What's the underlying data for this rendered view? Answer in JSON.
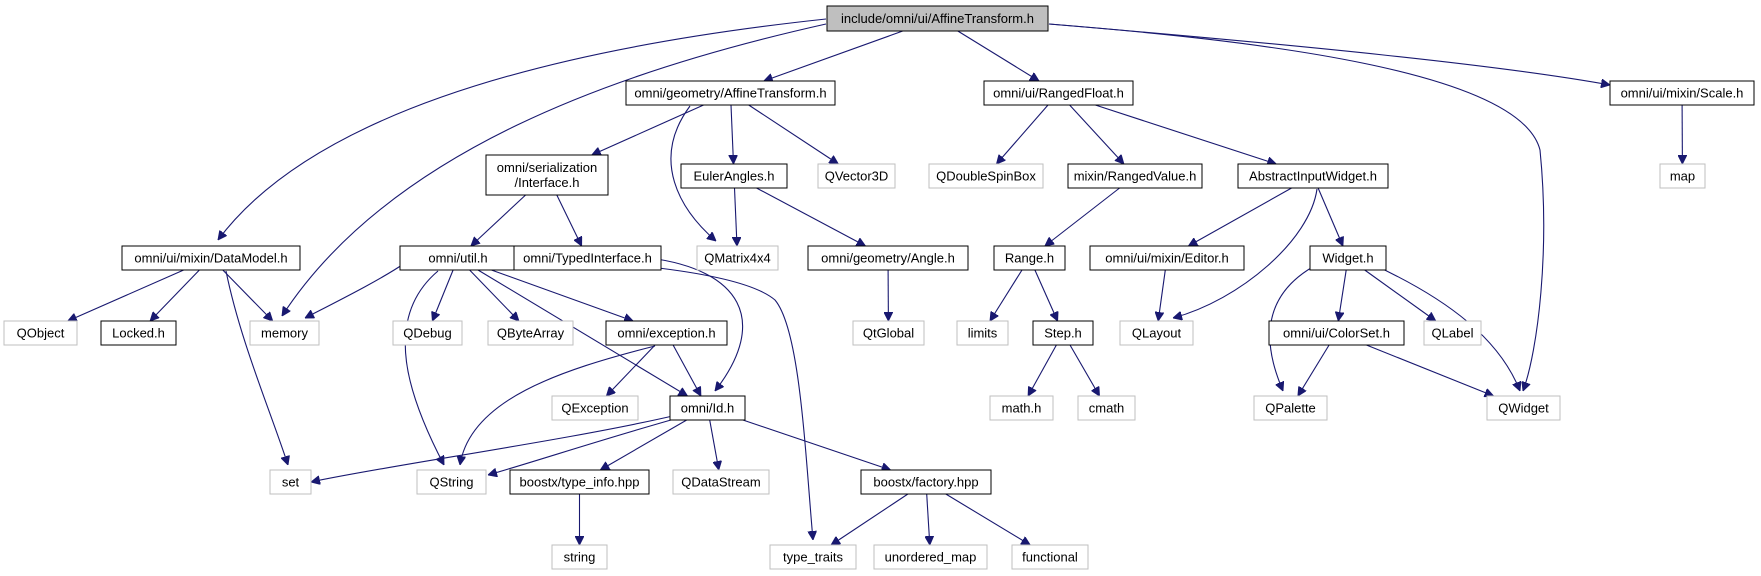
{
  "diagram": {
    "title": "include/omni/ui/AffineTransform.h",
    "colors": {
      "edge": "#191970",
      "root_fill": "#bfbfbf",
      "root_stroke": "#000000",
      "documented_stroke": "#000000",
      "external_stroke": "#bfbfbf",
      "external_text": "#000000"
    },
    "nodes": [
      {
        "id": "root",
        "label": "include/omni/ui/AffineTransform.h",
        "kind": "root"
      },
      {
        "id": "datamodel",
        "label": "omni/ui/mixin/DataModel.h",
        "kind": "documented"
      },
      {
        "id": "geomaffine",
        "label": "omni/geometry/AffineTransform.h",
        "kind": "documented"
      },
      {
        "id": "rangedfloat",
        "label": "omni/ui/RangedFloat.h",
        "kind": "documented"
      },
      {
        "id": "scale",
        "label": "omni/ui/mixin/Scale.h",
        "kind": "documented"
      },
      {
        "id": "serialization",
        "label": "omni/serialization/Interface.h",
        "lines": [
          "omni/serialization",
          "/Interface.h"
        ],
        "kind": "documented"
      },
      {
        "id": "euler",
        "label": "EulerAngles.h",
        "kind": "documented"
      },
      {
        "id": "qvector3d",
        "label": "QVector3D",
        "kind": "external"
      },
      {
        "id": "qdoublespinbox",
        "label": "QDoubleSpinBox",
        "kind": "external"
      },
      {
        "id": "rangedvalue",
        "label": "mixin/RangedValue.h",
        "kind": "documented"
      },
      {
        "id": "abstractinput",
        "label": "AbstractInputWidget.h",
        "kind": "documented"
      },
      {
        "id": "map",
        "label": "map",
        "kind": "external"
      },
      {
        "id": "util",
        "label": "omni/util.h",
        "kind": "documented"
      },
      {
        "id": "typedinterface",
        "label": "omni/TypedInterface.h",
        "kind": "documented"
      },
      {
        "id": "qmatrix4x4",
        "label": "QMatrix4x4",
        "kind": "external"
      },
      {
        "id": "angle",
        "label": "omni/geometry/Angle.h",
        "kind": "documented"
      },
      {
        "id": "range",
        "label": "Range.h",
        "kind": "documented"
      },
      {
        "id": "editor",
        "label": "omni/ui/mixin/Editor.h",
        "kind": "documented"
      },
      {
        "id": "widget",
        "label": "Widget.h",
        "kind": "documented"
      },
      {
        "id": "qobject",
        "label": "QObject",
        "kind": "external"
      },
      {
        "id": "locked",
        "label": "Locked.h",
        "kind": "documented"
      },
      {
        "id": "memory",
        "label": "memory",
        "kind": "external"
      },
      {
        "id": "qdebug",
        "label": "QDebug",
        "kind": "external"
      },
      {
        "id": "qbytearray",
        "label": "QByteArray",
        "kind": "external"
      },
      {
        "id": "exception",
        "label": "omni/exception.h",
        "kind": "documented"
      },
      {
        "id": "qtglobal",
        "label": "QtGlobal",
        "kind": "external"
      },
      {
        "id": "limits",
        "label": "limits",
        "kind": "external"
      },
      {
        "id": "step",
        "label": "Step.h",
        "kind": "documented"
      },
      {
        "id": "qlayout",
        "label": "QLayout",
        "kind": "external"
      },
      {
        "id": "colorset",
        "label": "omni/ui/ColorSet.h",
        "kind": "documented"
      },
      {
        "id": "qlabel",
        "label": "QLabel",
        "kind": "external"
      },
      {
        "id": "qexception",
        "label": "QException",
        "kind": "external"
      },
      {
        "id": "id",
        "label": "omni/Id.h",
        "kind": "documented"
      },
      {
        "id": "mathh",
        "label": "math.h",
        "kind": "external"
      },
      {
        "id": "cmath",
        "label": "cmath",
        "kind": "external"
      },
      {
        "id": "qpalette",
        "label": "QPalette",
        "kind": "external"
      },
      {
        "id": "qwidget",
        "label": "QWidget",
        "kind": "external"
      },
      {
        "id": "set",
        "label": "set",
        "kind": "external"
      },
      {
        "id": "qstring",
        "label": "QString",
        "kind": "external"
      },
      {
        "id": "typeinfo",
        "label": "boostx/type_info.hpp",
        "kind": "documented"
      },
      {
        "id": "qdatastream",
        "label": "QDataStream",
        "kind": "external"
      },
      {
        "id": "factory",
        "label": "boostx/factory.hpp",
        "kind": "documented"
      },
      {
        "id": "string",
        "label": "string",
        "kind": "external"
      },
      {
        "id": "typetraits",
        "label": "type_traits",
        "kind": "external"
      },
      {
        "id": "unorderedmap",
        "label": "unordered_map",
        "kind": "external"
      },
      {
        "id": "functional",
        "label": "functional",
        "kind": "external"
      }
    ],
    "edges": [
      [
        "root",
        "datamodel"
      ],
      [
        "root",
        "memory"
      ],
      [
        "root",
        "geomaffine"
      ],
      [
        "root",
        "rangedfloat"
      ],
      [
        "root",
        "qwidget"
      ],
      [
        "root",
        "scale"
      ],
      [
        "geomaffine",
        "serialization"
      ],
      [
        "geomaffine",
        "qmatrix4x4"
      ],
      [
        "geomaffine",
        "euler"
      ],
      [
        "geomaffine",
        "qvector3d"
      ],
      [
        "rangedfloat",
        "qdoublespinbox"
      ],
      [
        "rangedfloat",
        "rangedvalue"
      ],
      [
        "rangedfloat",
        "abstractinput"
      ],
      [
        "scale",
        "map"
      ],
      [
        "datamodel",
        "qobject"
      ],
      [
        "datamodel",
        "locked"
      ],
      [
        "datamodel",
        "memory"
      ],
      [
        "datamodel",
        "set"
      ],
      [
        "serialization",
        "util"
      ],
      [
        "serialization",
        "typedinterface"
      ],
      [
        "euler",
        "qmatrix4x4"
      ],
      [
        "euler",
        "angle"
      ],
      [
        "rangedvalue",
        "range"
      ],
      [
        "abstractinput",
        "editor"
      ],
      [
        "abstractinput",
        "qlayout"
      ],
      [
        "abstractinput",
        "widget"
      ],
      [
        "util",
        "memory"
      ],
      [
        "util",
        "qstring"
      ],
      [
        "util",
        "qdebug"
      ],
      [
        "util",
        "qbytearray"
      ],
      [
        "util",
        "exception"
      ],
      [
        "util",
        "typetraits"
      ],
      [
        "util",
        "id"
      ],
      [
        "typedinterface",
        "id"
      ],
      [
        "angle",
        "qtglobal"
      ],
      [
        "range",
        "limits"
      ],
      [
        "range",
        "step"
      ],
      [
        "editor",
        "qlayout"
      ],
      [
        "widget",
        "qpalette"
      ],
      [
        "widget",
        "colorset"
      ],
      [
        "widget",
        "qlabel"
      ],
      [
        "widget",
        "qwidget"
      ],
      [
        "exception",
        "qexception"
      ],
      [
        "exception",
        "id"
      ],
      [
        "exception",
        "qstring"
      ],
      [
        "step",
        "mathh"
      ],
      [
        "step",
        "cmath"
      ],
      [
        "colorset",
        "qpalette"
      ],
      [
        "colorset",
        "qwidget"
      ],
      [
        "id",
        "set"
      ],
      [
        "id",
        "qstring"
      ],
      [
        "id",
        "typeinfo"
      ],
      [
        "id",
        "qdatastream"
      ],
      [
        "id",
        "factory"
      ],
      [
        "typeinfo",
        "string"
      ],
      [
        "factory",
        "typetraits"
      ],
      [
        "factory",
        "unorderedmap"
      ],
      [
        "factory",
        "functional"
      ]
    ]
  }
}
